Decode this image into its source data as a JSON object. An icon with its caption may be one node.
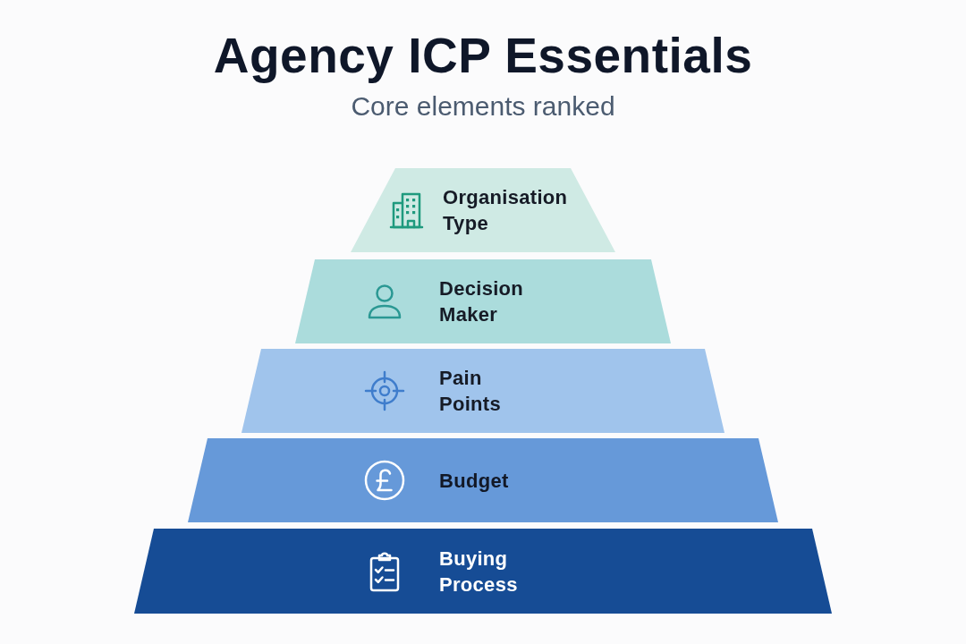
{
  "diagram": {
    "title": "Agency ICP Essentials",
    "nodes": [
      {
        "text": [
          "Organisation Type"
        ]
      },
      {
        "text": [
          "Decision Maker"
        ]
      },
      {
        "text": [
          "Pain Points"
        ]
      },
      {
        "text": [
          "Budget"
        ]
      },
      {
        "text": [
          "Buying Process"
        ]
      }
    ],
    "labels": [
      "Core elements ranked"
    ]
  }
}
